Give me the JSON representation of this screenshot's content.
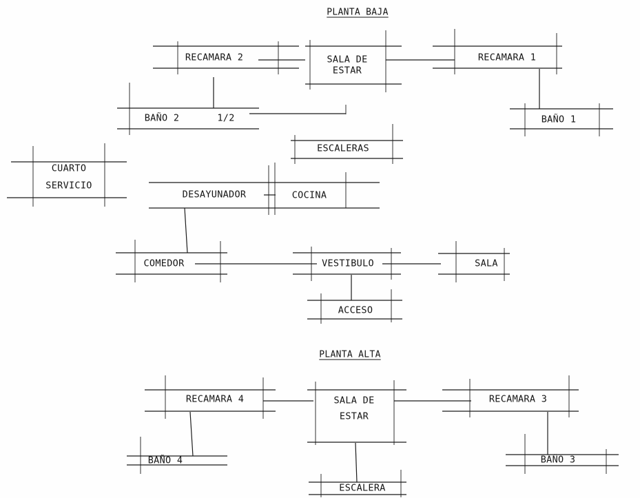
{
  "headings": {
    "ground": "PLANTA BAJA",
    "upper": "PLANTA ALTA"
  },
  "ground_floor": {
    "recamara_2": "RECAMARA 2",
    "sala_de_estar_1": "SALA DE",
    "sala_de_estar_2": "ESTAR",
    "recamara_1": "RECAMARA 1",
    "bano_2": "BAÑO 2",
    "half_bath": "1/2",
    "bano_1": "BAÑO 1",
    "escaleras": "ESCALERAS",
    "cuarto_servicio_1": "CUARTO",
    "cuarto_servicio_2": "SERVICIO",
    "desayunador": "DESAYUNADOR",
    "cocina": "COCINA",
    "comedor": "COMEDOR",
    "vestibulo": "VESTIBULO",
    "sala": "SALA",
    "acceso": "ACCESO"
  },
  "upper_floor": {
    "recamara_4": "RECAMARA 4",
    "sala_de_estar_1": "SALA DE",
    "sala_de_estar_2": "ESTAR",
    "recamara_3": "RECAMARA 3",
    "bano_4": "BAÑO 4",
    "bano_3": "BAÑO 3",
    "escalera": "ESCALERA"
  }
}
